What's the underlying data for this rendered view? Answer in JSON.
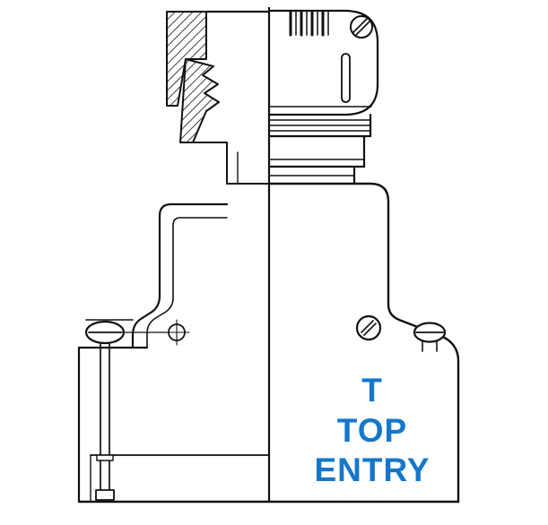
{
  "drawing": {
    "label": {
      "line1": "T",
      "line2": "TOP",
      "line3": "ENTRY"
    },
    "colors": {
      "line": "#111111",
      "label_blue": "#1577c9",
      "background": "#ffffff"
    }
  }
}
